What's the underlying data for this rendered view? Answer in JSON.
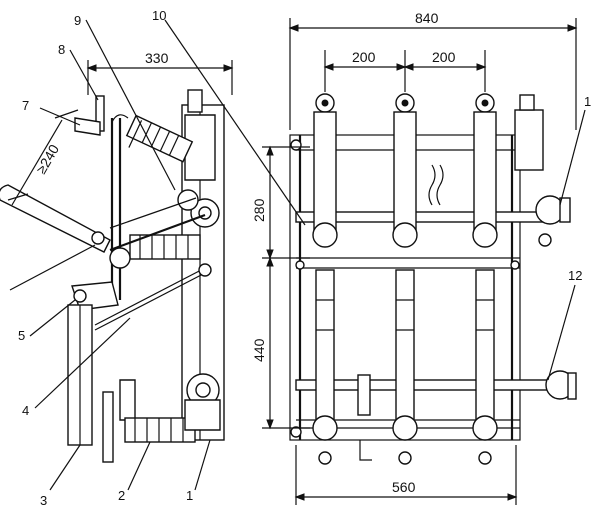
{
  "dimensions": {
    "side_width": "330",
    "clearance": "≥240",
    "overall_width": "840",
    "phase_spacing_left": "200",
    "phase_spacing_right": "200",
    "upper_height": "280",
    "lower_height": "440",
    "base_width": "560"
  },
  "callouts": {
    "c1_bottom": "1",
    "c1_top_right": "1",
    "c2": "2",
    "c3": "3",
    "c4": "4",
    "c5": "5",
    "c7": "7",
    "c8": "8",
    "c9": "9",
    "c10": "10",
    "c12": "12"
  }
}
